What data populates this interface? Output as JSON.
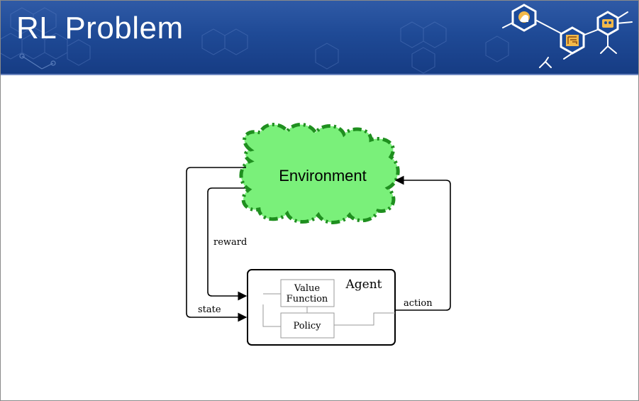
{
  "slide": {
    "title": "RL Problem"
  },
  "diagram": {
    "environment": "Environment",
    "agent": "Agent",
    "value_function_line1": "Value",
    "value_function_line2": "Function",
    "policy": "Policy",
    "edge_reward": "reward",
    "edge_state": "state",
    "edge_action": "action"
  },
  "colors": {
    "banner": "#1f4a96",
    "environment_fill": "#7af07a",
    "environment_border": "#1f8f1f"
  },
  "icons": [
    "brain-head-icon",
    "maze-icon",
    "robot-icon"
  ]
}
